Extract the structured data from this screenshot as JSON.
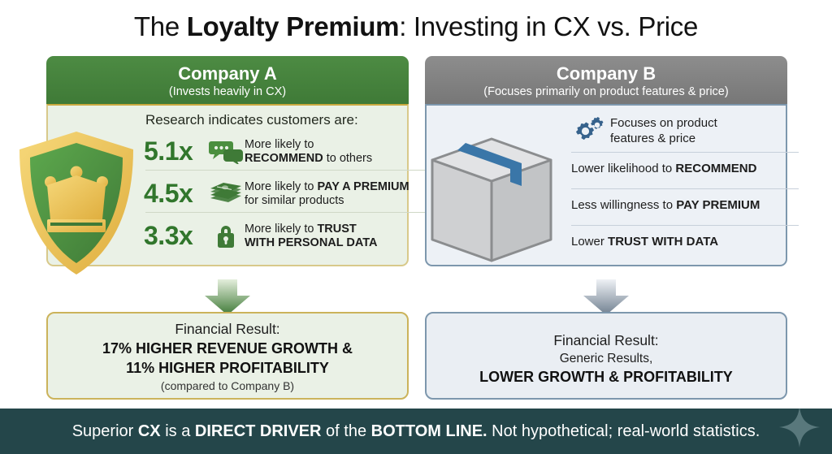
{
  "title": {
    "pre": "The ",
    "bold": "Loyalty Premium",
    "post": ": Investing in CX vs. Price"
  },
  "company_a": {
    "name": "Company A",
    "subtitle": "(Invests heavily in CX)",
    "intro": "Research indicates customers are:",
    "header_color": "#4d8b43",
    "accent_color": "#31762c",
    "border_color": "#caa93f",
    "hero_icon": "shield-crown-icon",
    "stats": [
      {
        "multiplier": "5.1x",
        "icon": "speech-bubbles-icon",
        "line1_pre": "More likely to",
        "line2_bold": "RECOMMEND",
        "line2_post": " to others"
      },
      {
        "multiplier": "4.5x",
        "icon": "cash-stack-icon",
        "line1_pre": "More likely to ",
        "line1_bold": "PAY A PREMIUM",
        "line2_post": "for similar products"
      },
      {
        "multiplier": "3.3x",
        "icon": "lock-icon",
        "line1_pre": "More likely to ",
        "line1_bold": "TRUST",
        "line2_bold": "WITH PERSONAL DATA"
      }
    ],
    "result": {
      "label": "Financial Result:",
      "line1_bold": "17% HIGHER REVENUE GROWTH",
      "line1_post": " &",
      "line2_bold": "11% HIGHER PROFITABILITY",
      "note": "(compared to Company B)"
    }
  },
  "company_b": {
    "name": "Company B",
    "subtitle": "(Focuses primarily on product features & price)",
    "header_color": "#8d8d8d",
    "border_color": "#7d97ad",
    "hero_icon": "cardboard-box-icon",
    "items": [
      {
        "icon": "gears-icon",
        "line1": "Focuses on product",
        "line2": "features & price"
      },
      {
        "icon": "",
        "pre": "Lower likelihood to ",
        "bold": "RECOMMEND"
      },
      {
        "icon": "",
        "pre": "Less willingness to ",
        "bold": "PAY PREMIUM"
      },
      {
        "icon": "",
        "pre": "Lower ",
        "bold": "TRUST WITH DATA"
      }
    ],
    "result": {
      "label": "Financial Result:",
      "line_mid": "Generic Results,",
      "line_bold_a": "LOWER GROWTH",
      "line_amp": " & ",
      "line_bold_b": "PROFITABILITY"
    }
  },
  "footer": {
    "pre": "Superior ",
    "b1": "CX",
    "mid1": " is a ",
    "b2": "DIRECT DRIVER",
    "mid2": " of the ",
    "b3": "BOTTOM LINE.",
    "post": " Not hypothetical; real-world statistics.",
    "background_color": "#24464a",
    "sparkle_icon": "sparkle-diamond-icon"
  }
}
